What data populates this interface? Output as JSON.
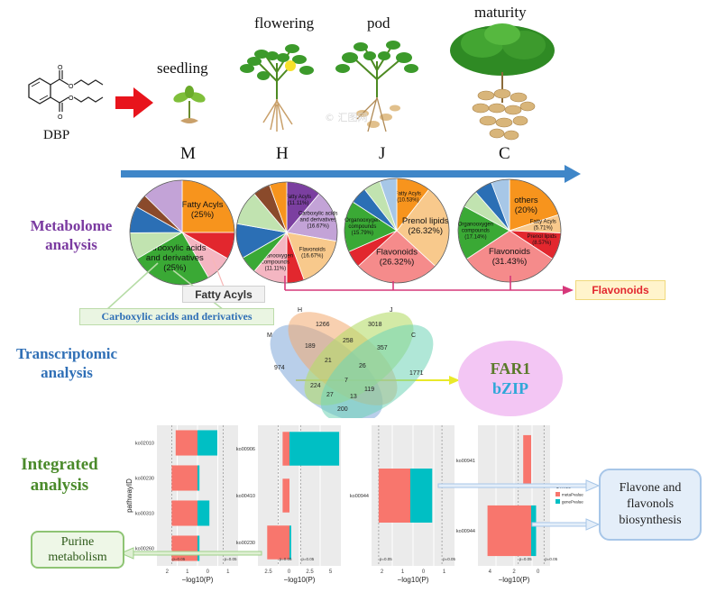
{
  "colors": {
    "arrow_red": "#e8141c",
    "timeline_blue": "#3f86c8",
    "metabolome_purple": "#7a3aa0",
    "transcriptomic_blue": "#2f6fb6",
    "integrated_green": "#4a8a2a",
    "flavonoids_red": "#e2272e",
    "bar_red": "#f8766d",
    "bar_teal": "#00bfc4",
    "pink": "#ff8a9a",
    "orange": "#f7941d",
    "green": "#3aa935",
    "lilac": "#c3a3d7"
  },
  "compound": {
    "name": "DBP"
  },
  "stages": [
    {
      "name": "seedling",
      "letter": "M"
    },
    {
      "name": "flowering",
      "letter": "H"
    },
    {
      "name": "pod",
      "letter": "J"
    },
    {
      "name": "maturity",
      "letter": "C"
    }
  ],
  "watermark": "© 汇图网",
  "sections": {
    "metabolome": "Metabolome\nanalysis",
    "transcriptomic": "Transcriptomic\nanalysis",
    "integrated": "Integrated\nanalysis"
  },
  "pies": [
    {
      "id": "M",
      "slices": [
        {
          "label": "Fatty Acyls\n(25%)",
          "value": 25,
          "color": "#f7941d"
        },
        {
          "label": "",
          "value": 8.3,
          "color": "#e2272e"
        },
        {
          "label": "",
          "value": 8.3,
          "color": "#f4b6c2"
        },
        {
          "label": "Carboxylic acids\nand derivatives\n(25%)",
          "value": 25,
          "color": "#3aa935"
        },
        {
          "label": "",
          "value": 8.3,
          "color": "#c1e3b0"
        },
        {
          "label": "",
          "value": 8.3,
          "color": "#2b6fb5"
        },
        {
          "label": "",
          "value": 4.2,
          "color": "#8a4a2b"
        },
        {
          "label": "",
          "value": 12.6,
          "color": "#c3a3d7"
        }
      ]
    },
    {
      "id": "H",
      "slices": [
        {
          "label": "Fatty Acyls\n(11.11%)",
          "value": 11.11,
          "color": "#7b3fa0"
        },
        {
          "label": "Carboxylic acids\nand derivatives\n(16.67%)",
          "value": 16.67,
          "color": "#c3a3d7"
        },
        {
          "label": "Flavonoids\n(16.67%)",
          "value": 16.67,
          "color": "#f8c98c"
        },
        {
          "label": "",
          "value": 5.56,
          "color": "#e2272e"
        },
        {
          "label": "Organooxygen\ncompounds\n(11.11%)",
          "value": 11.11,
          "color": "#f4b6c2"
        },
        {
          "label": "",
          "value": 5.56,
          "color": "#3aa935"
        },
        {
          "label": "",
          "value": 11.11,
          "color": "#2b6fb5"
        },
        {
          "label": "",
          "value": 11.11,
          "color": "#c1e3b0"
        },
        {
          "label": "",
          "value": 5.56,
          "color": "#8a4a2b"
        },
        {
          "label": "",
          "value": 5.56,
          "color": "#f7941d"
        }
      ]
    },
    {
      "id": "J",
      "slices": [
        {
          "label": "Fatty Acyls\n(10.53%)",
          "value": 10.53,
          "color": "#f7941d"
        },
        {
          "label": "Prenol lipids\n(26.32%)",
          "value": 26.32,
          "color": "#f8c98c"
        },
        {
          "label": "Flavonoids\n(26.32%)",
          "value": 26.32,
          "color": "#f58b8b"
        },
        {
          "label": "",
          "value": 5.26,
          "color": "#e2272e"
        },
        {
          "label": "Organooxygen\ncompounds\n(15.79%)",
          "value": 15.79,
          "color": "#3aa935"
        },
        {
          "label": "",
          "value": 5.26,
          "color": "#2b6fb5"
        },
        {
          "label": "",
          "value": 5.26,
          "color": "#c1e3b0"
        },
        {
          "label": "",
          "value": 5.26,
          "color": "#a7c7e7"
        }
      ]
    },
    {
      "id": "C",
      "slices": [
        {
          "label": "others\n(20%)",
          "value": 20,
          "color": "#f7941d"
        },
        {
          "label": "Fatty Acyls\n(5.71%)",
          "value": 5.71,
          "color": "#f8c98c"
        },
        {
          "label": "Prenol lipids\n(8.57%)",
          "value": 8.57,
          "color": "#e2272e"
        },
        {
          "label": "Flavonoids\n(31.43%)",
          "value": 31.43,
          "color": "#f58b8b"
        },
        {
          "label": "Organooxygen\ncompounds\n(17.14%)",
          "value": 17.14,
          "color": "#3aa935"
        },
        {
          "label": "",
          "value": 5.71,
          "color": "#c1e3b0"
        },
        {
          "label": "",
          "value": 5.71,
          "color": "#2b6fb5"
        },
        {
          "label": "",
          "value": 5.73,
          "color": "#a7c7e7"
        }
      ]
    }
  ],
  "callouts": {
    "fatty_acyls": "Fatty Acyls",
    "carboxylic": "Carboxylic acids and derivatives",
    "flavonoids": "Flavonoids"
  },
  "venn": {
    "sets": [
      "M",
      "H",
      "J",
      "C"
    ],
    "counts": [
      "974",
      "1266",
      "3018",
      "1771",
      "189",
      "258",
      "357",
      "21",
      "26",
      "224",
      "27",
      "13",
      "119",
      "200",
      "7"
    ]
  },
  "tf_bubble": {
    "line1": "FAR1",
    "line2": "bZIP"
  },
  "plots": [
    {
      "ylabel": "pathwayID",
      "xlabel": "−log10(P)",
      "ticks": [
        "2",
        "1",
        "0",
        "1"
      ],
      "ids": [
        "ko02010",
        "ko00230",
        "ko00310",
        "ko00260"
      ],
      "annotations": [
        "p=0.05",
        "p=0.05"
      ],
      "bars": [
        {
          "metab": 1.1,
          "gene": 1.0
        },
        {
          "metab": 1.3,
          "gene": 0.1
        },
        {
          "metab": 1.3,
          "gene": 0.6
        },
        {
          "metab": 1.3,
          "gene": 0.1
        }
      ]
    },
    {
      "ids": [
        "ko00906",
        "ko00410",
        "ko00230"
      ],
      "xlabel": "−log10(P)",
      "ticks": [
        "2.5",
        "0",
        "2.5",
        "5"
      ],
      "annotations": [
        "p=0.05",
        "p=0.05"
      ],
      "bars": [
        {
          "metab": 0.8,
          "gene": 5.8
        },
        {
          "metab": 0.8,
          "gene": 0.0
        },
        {
          "metab": 2.6,
          "gene": 0.2
        }
      ]
    },
    {
      "ids": [
        "ko00944"
      ],
      "xlabel": "−log10(P)",
      "ticks": [
        "2",
        "1",
        "0",
        "1"
      ],
      "annotations": [
        "p=0.05",
        "p=0.05"
      ],
      "bars": [
        {
          "metab": 1.3,
          "gene": 0.9
        }
      ]
    },
    {
      "ids": [
        "ko00941",
        "ko00944"
      ],
      "xlabel": "−log10(P)",
      "ticks": [
        "4",
        "2",
        "0"
      ],
      "annotations": [
        "p=0.05",
        "p=0.05"
      ],
      "bars": [
        {
          "metab": 0.8,
          "gene": 0
        },
        {
          "metab": 4.4,
          "gene": 0.5
        }
      ],
      "legend": {
        "title": "Omics",
        "items": [
          {
            "label": "metaPvalue",
            "color": "#f8766d"
          },
          {
            "label": "genePvalue",
            "color": "#00bfc4"
          }
        ]
      }
    }
  ],
  "purine_box": "Purine\nmetabolism",
  "flavone_box": "Flavone and\nflavonols\nbiosynthesis"
}
